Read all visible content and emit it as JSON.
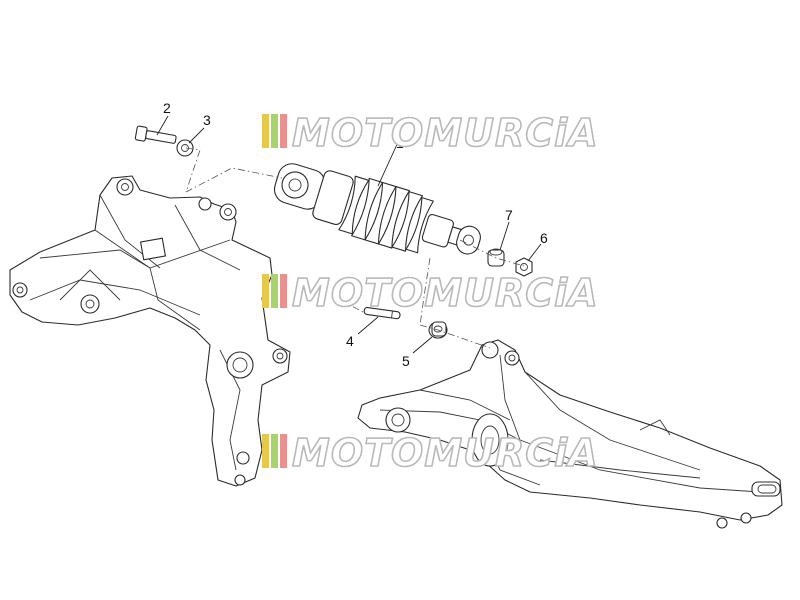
{
  "watermark": {
    "text": "MOTOMURCiA",
    "colors": [
      "#e6c84a",
      "#a9d36e",
      "#e99090"
    ]
  },
  "callouts": {
    "c1": "1",
    "c2": "2",
    "c3": "3",
    "c4": "4",
    "c5": "5",
    "c6": "6",
    "c7": "7"
  }
}
